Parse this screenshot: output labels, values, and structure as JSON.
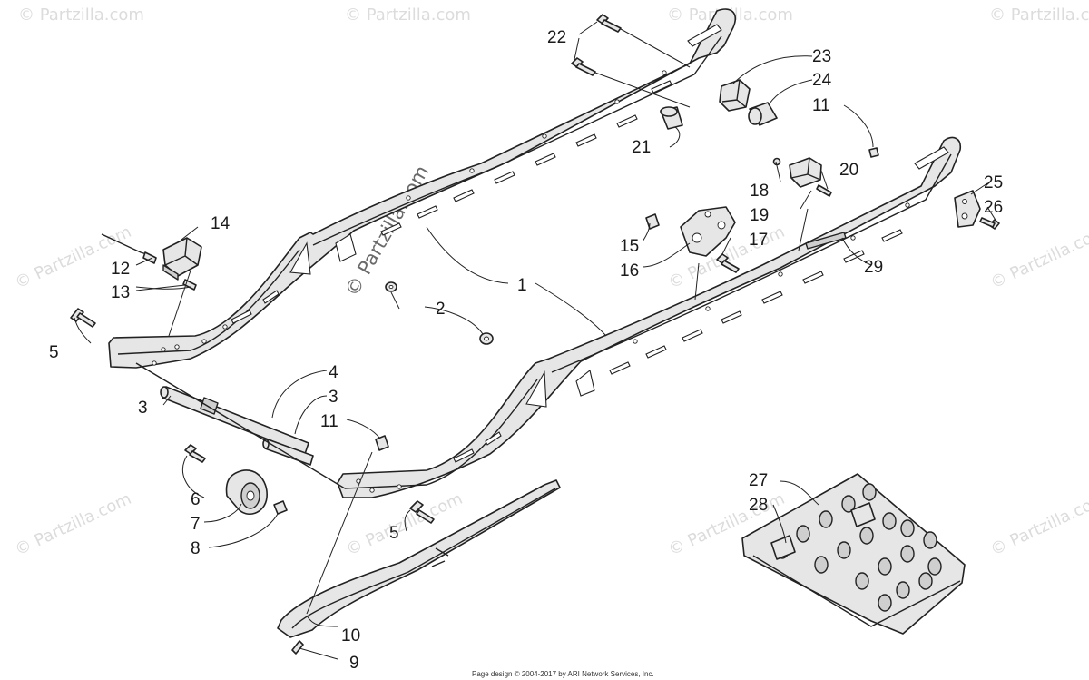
{
  "watermarks": {
    "small": "© Partzilla.com",
    "center": "© Partzilla.com"
  },
  "footer": "Page design © 2004-2017 by ARI Network Services, Inc.",
  "callouts": [
    {
      "id": "c22",
      "text": "22"
    },
    {
      "id": "c23",
      "text": "23"
    },
    {
      "id": "c24",
      "text": "24"
    },
    {
      "id": "c11a",
      "text": "11"
    },
    {
      "id": "c21",
      "text": "21"
    },
    {
      "id": "c20",
      "text": "20"
    },
    {
      "id": "c18",
      "text": "18"
    },
    {
      "id": "c19",
      "text": "19"
    },
    {
      "id": "c25",
      "text": "25"
    },
    {
      "id": "c26",
      "text": "26"
    },
    {
      "id": "c14",
      "text": "14"
    },
    {
      "id": "c12",
      "text": "12"
    },
    {
      "id": "c13",
      "text": "13"
    },
    {
      "id": "c15",
      "text": "15"
    },
    {
      "id": "c16",
      "text": "16"
    },
    {
      "id": "c17",
      "text": "17"
    },
    {
      "id": "c29",
      "text": "29"
    },
    {
      "id": "c1",
      "text": "1"
    },
    {
      "id": "c2",
      "text": "2"
    },
    {
      "id": "c5a",
      "text": "5"
    },
    {
      "id": "c4",
      "text": "4"
    },
    {
      "id": "c3a",
      "text": "3"
    },
    {
      "id": "c3b",
      "text": "3"
    },
    {
      "id": "c11b",
      "text": "11"
    },
    {
      "id": "c6",
      "text": "6"
    },
    {
      "id": "c7",
      "text": "7"
    },
    {
      "id": "c8",
      "text": "8"
    },
    {
      "id": "c5b",
      "text": "5"
    },
    {
      "id": "c27",
      "text": "27"
    },
    {
      "id": "c28",
      "text": "28"
    },
    {
      "id": "c10",
      "text": "10"
    },
    {
      "id": "c9",
      "text": "9"
    }
  ]
}
